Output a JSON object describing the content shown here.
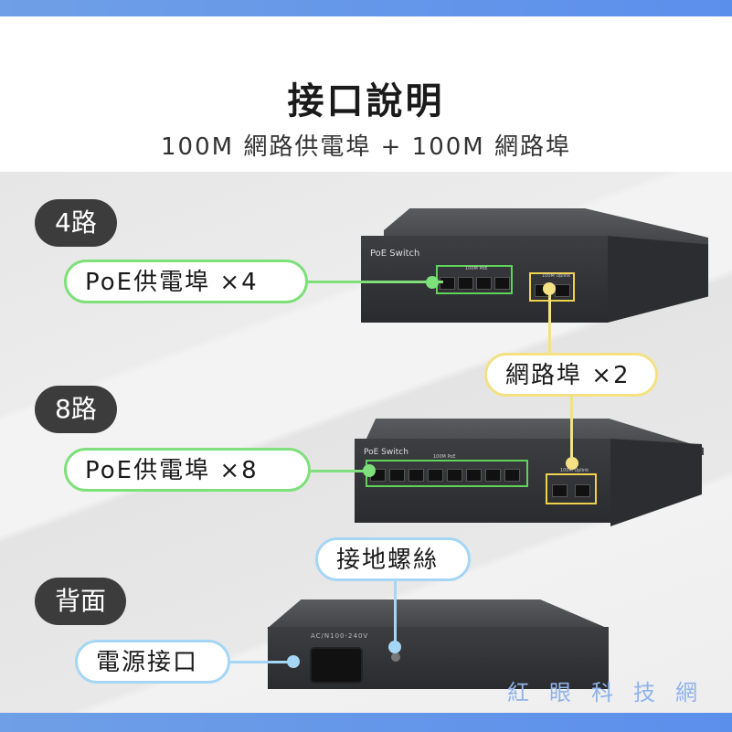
{
  "header": {
    "title": "接口說明",
    "subtitle": "100M 網路供電埠 + 100M 網路埠"
  },
  "sections": {
    "four_port": {
      "label": "4路",
      "poe_callout": "PoE供電埠 ×4",
      "switch_label": "PoE Switch",
      "poe_group": "100M PoE",
      "uplink_group": "100M Uplink"
    },
    "eight_port": {
      "label": "8路",
      "poe_callout": "PoE供電埠 ×8",
      "switch_label": "PoE Switch",
      "poe_group": "100M PoE",
      "uplink_group": "100M Uplink"
    },
    "uplink_callout": "網路埠 ×2",
    "back": {
      "label": "背面",
      "ground_callout": "接地螺絲",
      "power_callout": "電源接口",
      "voltage": "AC/N100-240V"
    }
  },
  "brand": "紅眼科技網",
  "colors": {
    "accent_blue": "#5b8fec",
    "green": "#7ee07a",
    "yellow": "#f3e184",
    "light_blue": "#a6d6f5"
  }
}
